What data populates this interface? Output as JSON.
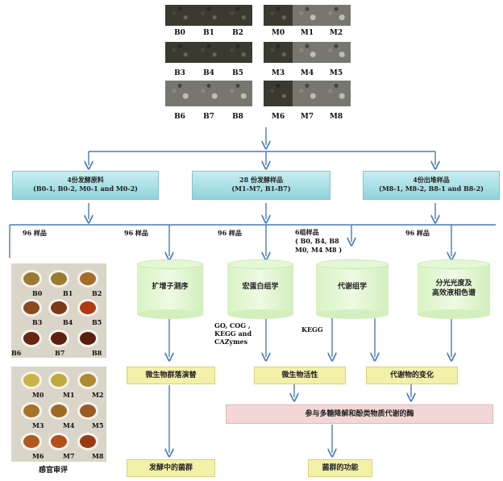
{
  "photos": {
    "b_labels": [
      "B0",
      "B1",
      "B2",
      "B3",
      "B4",
      "B5",
      "B6",
      "B7",
      "B8"
    ],
    "m_labels": [
      "M0",
      "M1",
      "M2",
      "M3",
      "M4",
      "M5",
      "M6",
      "M7",
      "M8"
    ]
  },
  "groups": {
    "left": {
      "title": "4份发酵原料",
      "sub": "(B0-1, B0-2, M0-1 and M0-2)"
    },
    "center": {
      "title": "28 份发酵样品",
      "sub": "(M1-M7, B1-B7)"
    },
    "right": {
      "title": "4份出堆样品",
      "sub": "(M8-1, M8-2, B8-1 and B8-2)"
    }
  },
  "sample_labels": {
    "s1": "96 样品",
    "s2": "96 样品",
    "s3": "96 样品",
    "s4_line1": "6组样品",
    "s4_line2": "( B0, B4, B8",
    "s4_line3": "M0, M4 M8 )",
    "s5": "96 样品"
  },
  "methods": {
    "m1": "扩增子测序",
    "m2": "宏蛋白组学",
    "m3": "代谢组学",
    "m4_line1": "分光光度及",
    "m4_line2": "高效液相色谱"
  },
  "annotations": {
    "db1": "GO, COG ,",
    "db2": "KEGG and",
    "db3": "CAZymes",
    "kegg": "KEGG"
  },
  "results": {
    "r1": "微生物群落演替",
    "r2": "微生物活性",
    "r3": "代谢物的变化",
    "enzymes": "参与多糖降解和酚类物质代谢的酶",
    "final1": "发酵中的菌群",
    "final2": "菌群的功能"
  },
  "tea_cups": {
    "b_labels": [
      "B0",
      "B1",
      "B2",
      "B3",
      "B4",
      "B5",
      "B6",
      "B7",
      "B8"
    ],
    "m_labels": [
      "M0",
      "M1",
      "M2",
      "M3",
      "M4",
      "M5",
      "M6",
      "M7",
      "M8"
    ],
    "caption": "感官审评"
  },
  "colors": {
    "arrow": "#4a7ab8",
    "cyan": "#8fd3dc",
    "cylinder": "#d9f3c4",
    "yellow": "#f3f0a8",
    "pink": "#f3d7d7"
  }
}
